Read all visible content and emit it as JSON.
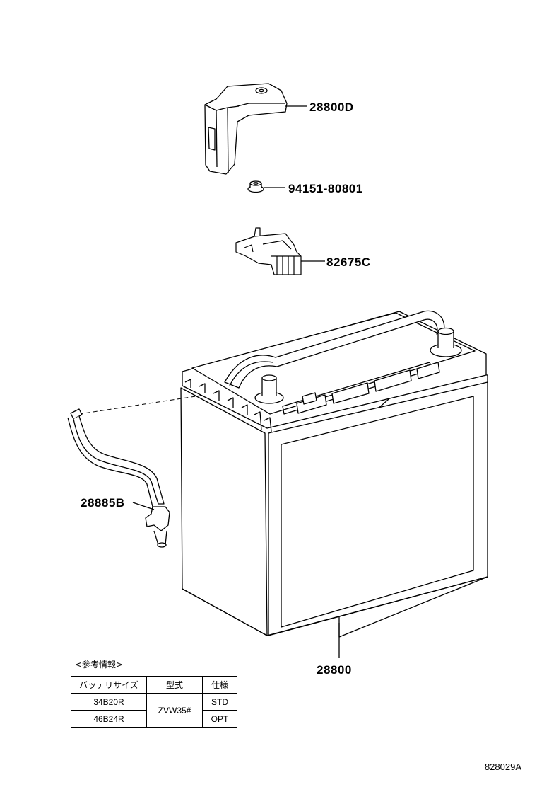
{
  "parts": {
    "bracket_label": "28800D",
    "nut_label": "94151-80801",
    "clamp_label": "82675C",
    "hose_label": "28885B",
    "battery_label": "28800"
  },
  "info": {
    "caption": "<参考情報>",
    "headers": [
      "バッテリサイズ",
      "型式",
      "仕様"
    ],
    "rows": [
      {
        "size": "34B20R",
        "spec": "STD"
      },
      {
        "size": "46B24R",
        "spec": "OPT"
      }
    ],
    "model": "ZVW35#"
  },
  "drawing_number": "828029A"
}
